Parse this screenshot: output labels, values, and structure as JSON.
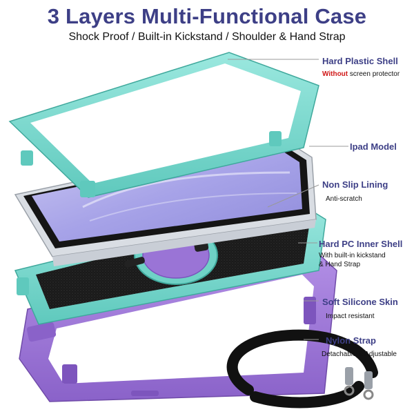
{
  "header": {
    "title": "3 Layers Multi-Functional Case",
    "subtitle": "Shock Proof / Built-in Kickstand / Shoulder & Hand Strap"
  },
  "callouts": [
    {
      "label": "Hard Plastic Shell",
      "desc_emphasis": "Without",
      "desc": " screen protector"
    },
    {
      "label": "Ipad Model"
    },
    {
      "label": "Non Slip Lining",
      "desc": "Anti-scratch"
    },
    {
      "label": "Hard PC Inner Shell",
      "desc_line1": "With built-in kickstand",
      "desc_line2": "& Hand Strap"
    },
    {
      "label": "Soft Silicone Skin",
      "desc": "Impact resistant"
    },
    {
      "label": "Nylon Strap",
      "desc": "Detachable & Adjustable"
    }
  ],
  "colors": {
    "title": "#3d3f86",
    "mint": "#7fdcd2",
    "purple": "#a07ad8",
    "warning": "#d01818",
    "screen": "#a9a8e6"
  }
}
